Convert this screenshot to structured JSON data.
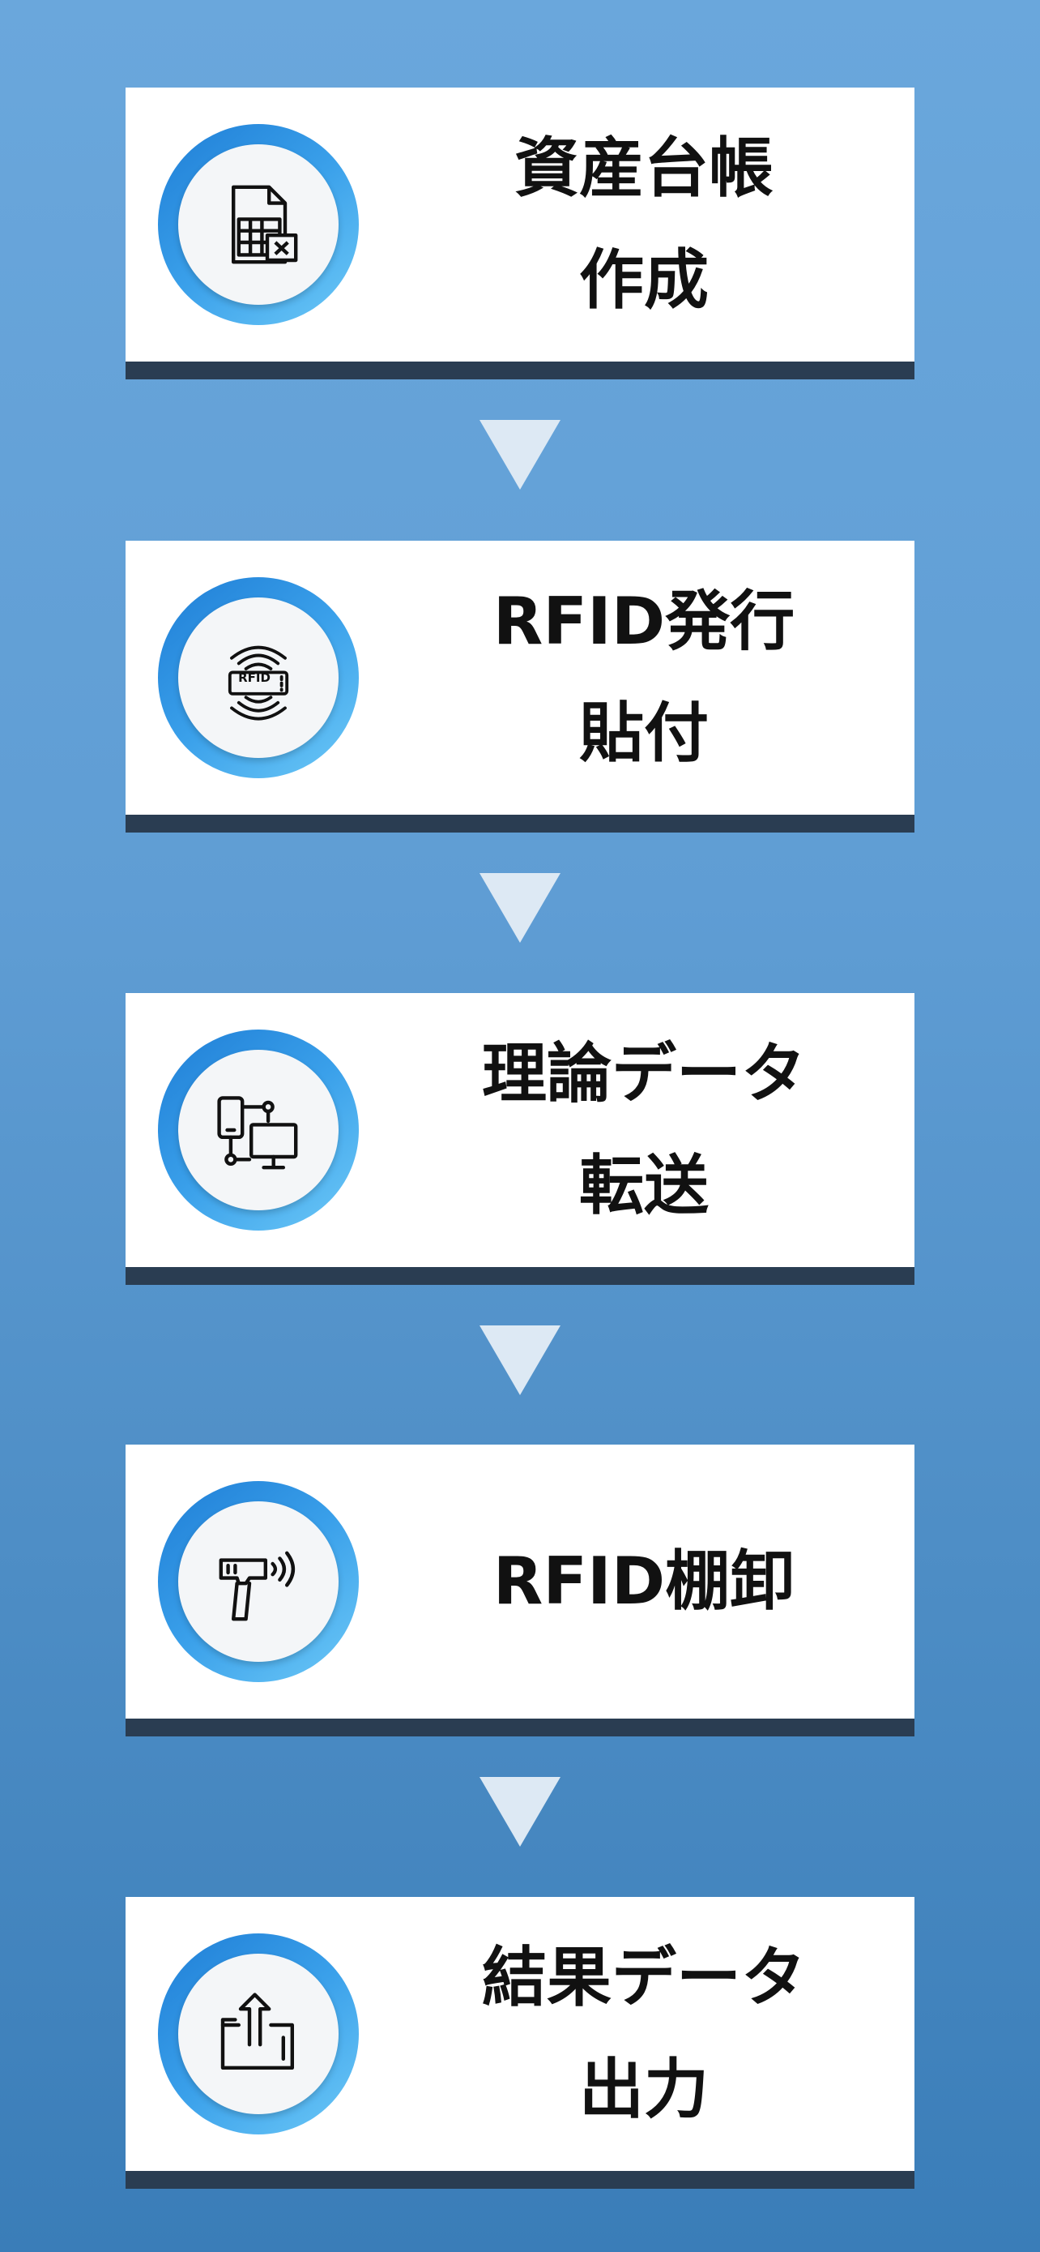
{
  "colors": {
    "background_top": "#6aa7dc",
    "background_bottom": "#3a7db8",
    "card": "#ffffff",
    "card_shadow": "#2a3d52",
    "ring_dark": "#1f7ed6",
    "ring_light": "#6dc9f7",
    "arrow": "#dde9f4",
    "text": "#111111"
  },
  "steps": [
    {
      "icon": "spreadsheet-document-icon",
      "lines": [
        "資産台帳",
        "作成"
      ]
    },
    {
      "icon": "rfid-tag-icon",
      "lines": [
        "RFID発行",
        "貼付"
      ],
      "icon_text": "RFID"
    },
    {
      "icon": "device-transfer-icon",
      "lines": [
        "理論データ",
        "転送"
      ]
    },
    {
      "icon": "rfid-scanner-icon",
      "lines": [
        "RFID棚卸"
      ]
    },
    {
      "icon": "export-folder-icon",
      "lines": [
        "結果データ",
        "出力"
      ]
    }
  ],
  "arrows": [
    "down-arrow",
    "down-arrow",
    "down-arrow",
    "down-arrow"
  ]
}
